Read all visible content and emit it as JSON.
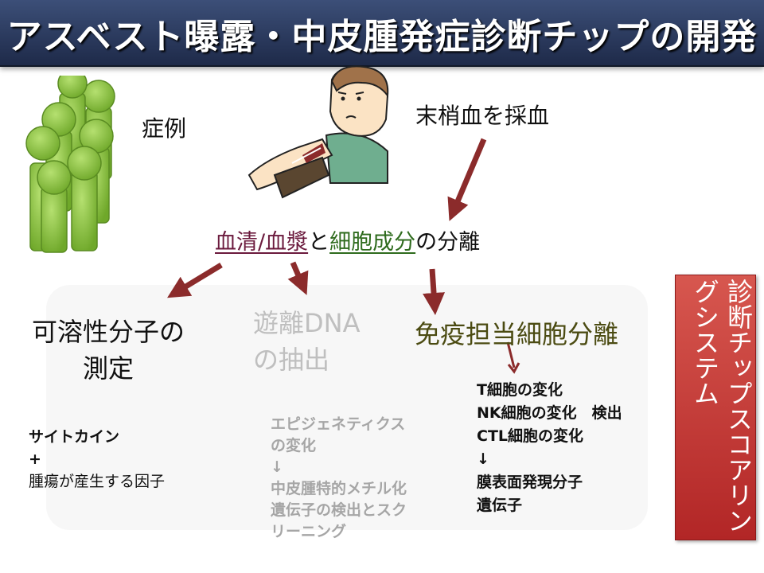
{
  "title": "アスベスト曝露・中皮腫発症診断チップの開発",
  "labels": {
    "cases": "症例",
    "blood_draw": "末梢血を採血",
    "separation_part1": "血清/血漿",
    "separation_part2": "と",
    "separation_part3": "細胞成分",
    "separation_part4": "の分離"
  },
  "branches": {
    "soluble_line1": "可溶性分子の",
    "soluble_line2": "測定",
    "dna_line1": "遊離DNA",
    "dna_line2": "の抽出",
    "immune": "免疫担当細胞分離"
  },
  "details": {
    "cytokine_line1": "サイトカイン",
    "cytokine_line2": "+",
    "cytokine_line3": "腫瘍が産生する因子",
    "epi_line1": "エピジェネティクス",
    "epi_line2": "の変化",
    "epi_line3": "↓",
    "epi_line4": "中皮腫特的メチル化",
    "epi_line5": "遺伝子の検出とスク",
    "epi_line6": "リーニング",
    "tcell_line1": "T細胞の変化",
    "tcell_line2": "NK細胞の変化　検出",
    "tcell_line3": "CTL細胞の変化",
    "tcell_line4": "↓",
    "tcell_line5": "膜表面発現分子",
    "tcell_line6": "遺伝子"
  },
  "scoring_box": "診断チップスコアリングシステム",
  "colors": {
    "title_bg": "#2a3a5e",
    "arrow": "#8b2b2b",
    "people": "#8cc63f",
    "scoring_bg": "#c0392b"
  }
}
